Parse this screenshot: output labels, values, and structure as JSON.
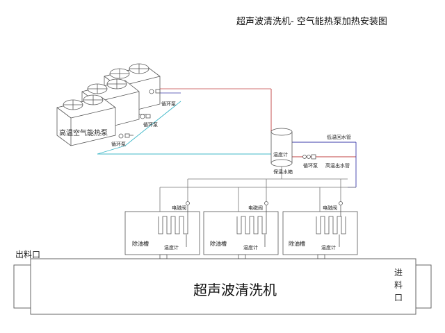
{
  "title": "超声波清洗机- 空气能热泵加热安装图",
  "heat_pump": {
    "label": "高温空气能热泵"
  },
  "circulation_pump_label": "循环泵",
  "tank": {
    "thermometer": "温度计",
    "label": "保温水箱"
  },
  "pipes": {
    "low_temp_return": "低温回水管",
    "high_temp_outlet": "高温出水管",
    "circulation_pump": "循环泵"
  },
  "tanks_row": {
    "valve_label": "电磁阀",
    "tank_label": "除油槽",
    "thermometer_label": "温度计"
  },
  "machine": {
    "label": "超声波清洗机",
    "outlet": "出料口",
    "inlet": "进料口"
  },
  "colors": {
    "hot_pipe": "#c04040",
    "cold_pipe": "#3a3aa8",
    "cyan_line": "#40b8c8",
    "gray_line": "#777777"
  }
}
